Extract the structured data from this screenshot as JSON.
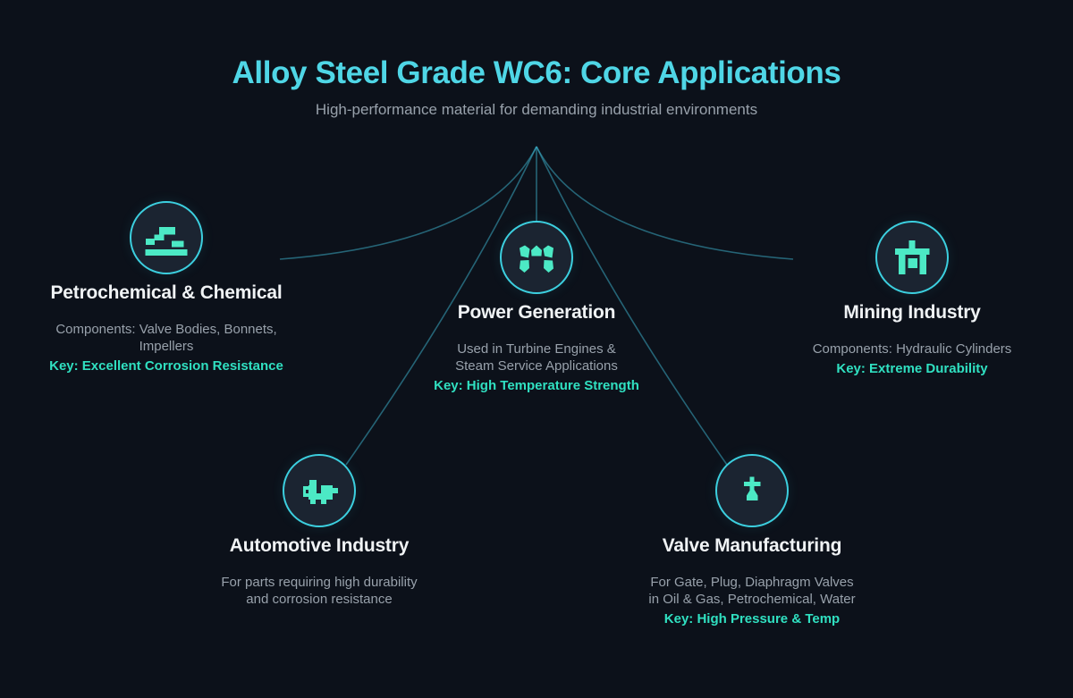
{
  "header": {
    "title": "Alloy Steel Grade WC6: Core Applications",
    "subtitle": "High-performance material for demanding industrial environments"
  },
  "colors": {
    "background": "#0c111a",
    "accent_cyan": "#4fd6e6",
    "accent_mint": "#30e0c1",
    "accent_mint_icon": "#4ce9c5",
    "circle_stroke": "#3ccfdf",
    "circle_fill": "#1b2431",
    "connector": "#3aa9c2",
    "text_white": "#f0f3f5",
    "text_gray": "#98a1ab"
  },
  "nodes": [
    {
      "id": "petrochemical",
      "icon": "refinery-blocks-icon",
      "title": "Petrochemical & Chemical",
      "desc_lines": [
        "Components: Valve Bodies, Bonnets,",
        "Impellers"
      ],
      "key": "Key: Excellent Corrosion Resistance"
    },
    {
      "id": "power-generation",
      "icon": "turbine-icon",
      "title": "Power Generation",
      "desc_lines": [
        "Used in Turbine Engines &",
        "Steam Service Applications"
      ],
      "key": "Key: High Temperature Strength"
    },
    {
      "id": "mining",
      "icon": "mining-gate-icon",
      "title": "Mining Industry",
      "desc_lines": [
        "Components: Hydraulic Cylinders"
      ],
      "key": "Key: Extreme Durability"
    },
    {
      "id": "automotive",
      "icon": "engine-icon",
      "title": "Automotive Industry",
      "desc_lines": [
        "For parts requiring high durability",
        "and corrosion resistance"
      ]
    },
    {
      "id": "valve-manufacturing",
      "icon": "valve-icon",
      "title": "Valve Manufacturing",
      "desc_lines": [
        "For Gate, Plug, Diaphragm Valves",
        "in Oil & Gas, Petrochemical, Water"
      ],
      "key": "Key: High Pressure & Temp"
    }
  ]
}
